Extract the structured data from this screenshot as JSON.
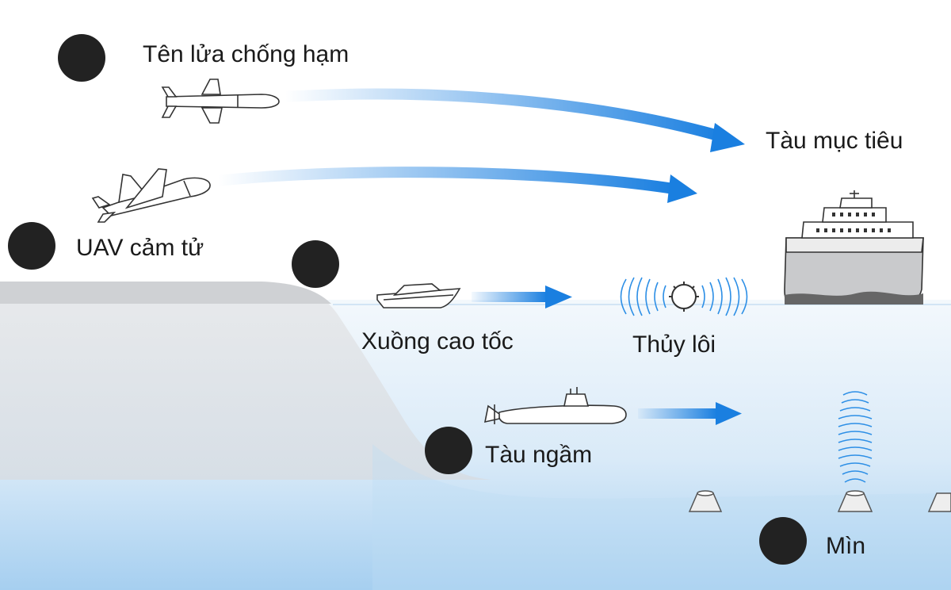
{
  "labels": {
    "missile": "Tên lửa chống hạm",
    "uav": "UAV cảm tử",
    "target_ship": "Tàu mục tiêu",
    "speedboat": "Xuồng cao tốc",
    "naval_mine": "Thủy lôi",
    "submarine": "Tàu ngầm",
    "seabed_mine": "Mìn"
  },
  "colors": {
    "arrow": "#1a7fe0",
    "marker": "#222222",
    "land": "#e3e4e6",
    "water_top": "#eef5fb",
    "water_bottom": "#a9d1f1"
  }
}
